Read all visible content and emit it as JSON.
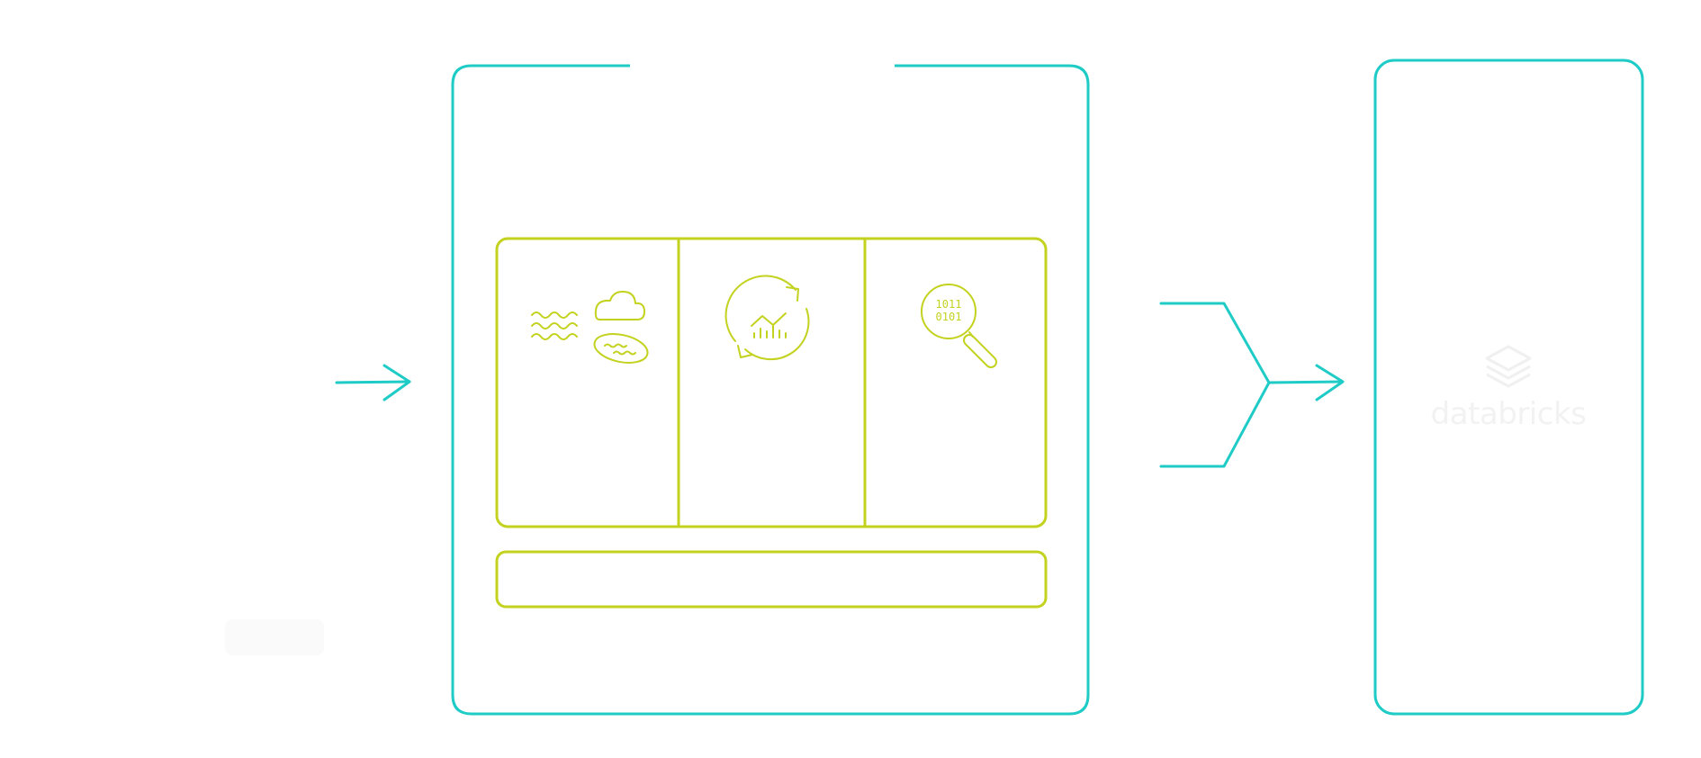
{
  "colors": {
    "teal": "#1ecbc6",
    "lime": "#c3d21e",
    "logo": "#f2f2f2",
    "ghost": "#f3f3f3"
  },
  "right_panel": {
    "logo_text": "databricks",
    "logo_icon": "stacked-layers-icon"
  },
  "middle_panel": {
    "binary_glyph": "1011\n0101",
    "binary_line_1": "1011",
    "binary_line_2": "0101"
  },
  "icons": {
    "sources": "waves-cloud-storage-icon",
    "processing": "refresh-analytics-icon",
    "discovery": "binary-search-icon"
  }
}
